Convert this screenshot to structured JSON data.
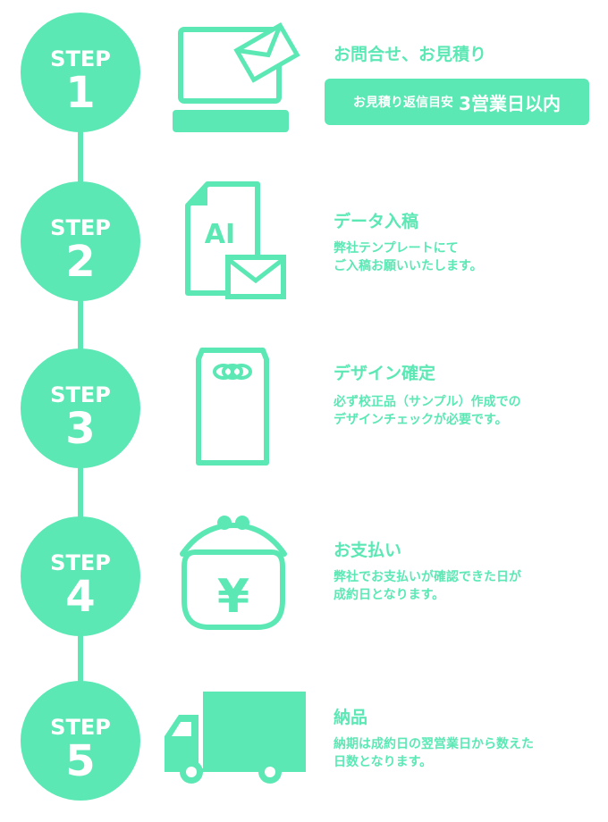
{
  "accent_color": "#5ce8b5",
  "steps": [
    {
      "label": "STEP",
      "number": "1",
      "icon": "laptop-mail-icon",
      "title": "お問合せ、お見積り",
      "badge_prefix": "お見積り返信目安",
      "badge_strong": "3営業日以内"
    },
    {
      "label": "STEP",
      "number": "2",
      "icon": "ai-file-mail-icon",
      "icon_text": "AI",
      "title": "データ入稿",
      "desc1": "弊社テンプレートにて",
      "desc2": "ご入稿お願いいたします。"
    },
    {
      "label": "STEP",
      "number": "3",
      "icon": "proof-envelope-icon",
      "title": "デザイン確定",
      "desc1": "必ず校正品（サンプル）作成での",
      "desc2": "デザインチェックが必要です。"
    },
    {
      "label": "STEP",
      "number": "4",
      "icon": "yen-purse-icon",
      "icon_text": "¥",
      "title": "お支払い",
      "desc1": "弊社でお支払いが確認できた日が",
      "desc2": "成約日となります。"
    },
    {
      "label": "STEP",
      "number": "5",
      "icon": "truck-icon",
      "title": "納品",
      "desc1": "納期は成約日の翌営業日から数えた",
      "desc2": "日数となります。"
    }
  ]
}
